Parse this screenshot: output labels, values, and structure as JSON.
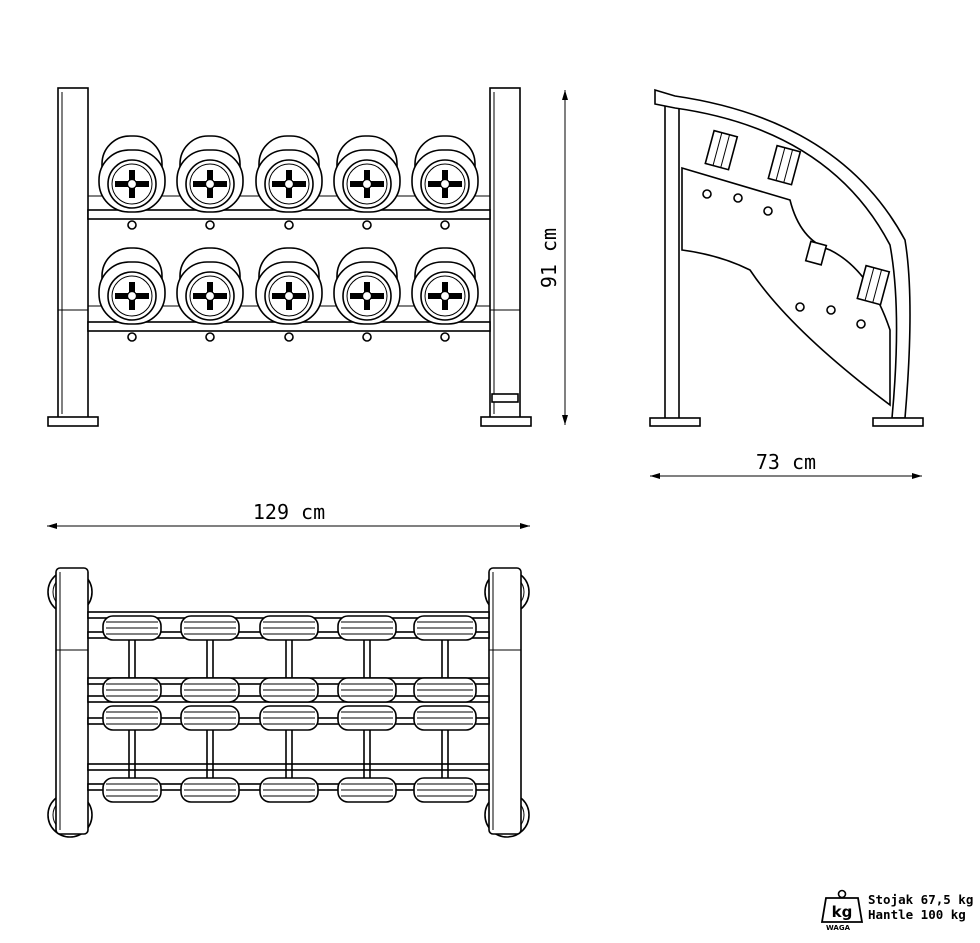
{
  "dimensions": {
    "height": "91 cm",
    "depth": "73 cm",
    "width": "129 cm"
  },
  "weight_badge": {
    "unit": "kg",
    "caption": "WAGA",
    "rack_weight": "Stojak 67,5 kg",
    "dumbbells_weight": "Hantle 100 kg"
  },
  "icons": [
    "weight-icon"
  ]
}
